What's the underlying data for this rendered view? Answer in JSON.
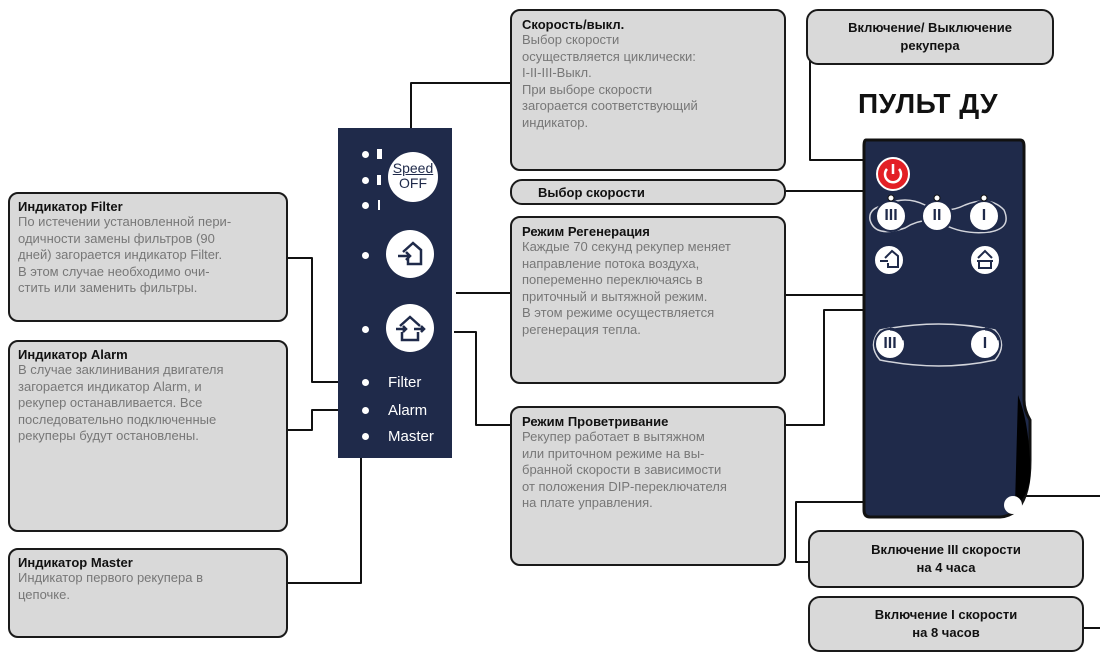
{
  "boxes": {
    "speed": {
      "title": "Скорость/выкл.",
      "desc": "Выбор скорости\nосуществляется циклически:\nI-II-III-Выкл.\nПри выборе скорости\nзагорается соответствующий\nиндикатор."
    },
    "filter": {
      "title": "Индикатор Filter",
      "desc": "По истечении установленной пери-\nодичности замены фильтров (90\nдней) загорается индикатор Filter.\nВ этом случае необходимо очи-\nстить или заменить фильтры."
    },
    "alarm": {
      "title": "Индикатор Alarm",
      "desc": "В случае заклинивания двигателя\nзагорается индикатор Alarm, и\nрекупер останавливается. Все\nпоследовательно подключенные\nрекуперы будут остановлены."
    },
    "master": {
      "title": "Индикатор Master",
      "desc": "Индикатор первого рекупера в\nцепочке."
    },
    "regen": {
      "title": "Режим Регенерация",
      "desc": "Каждые 70 секунд рекупер меняет\nнаправление потока воздуха,\nпопеременно переключаясь в\nприточный и вытяжной режим.\nВ этом режиме осуществляется\nрегенерация тепла."
    },
    "vent": {
      "title": "Режим Проветривание",
      "desc": "Рекупер работает в вытяжном\nили приточном режиме на вы-\nбранной скорости в зависимости\nот положения DIP-переключателя\nна плате управления."
    }
  },
  "pills": {
    "power": "Включение/ Выключение\nрекупера",
    "speed_select": "Выбор скорости",
    "speed3": "Включение III скорости\nна 4 часа",
    "speed1": "Включение I скорости\nна 8 часов"
  },
  "panel": {
    "speed_btn_top": "Speed",
    "speed_btn_bottom": "OFF",
    "indicators": [
      "Filter",
      "Alarm",
      "Master"
    ]
  },
  "remote": {
    "title": "ПУЛЬТ ДУ",
    "speed_buttons": [
      "III",
      "II",
      "I"
    ],
    "timer_buttons": [
      "III",
      "I"
    ]
  },
  "colors": {
    "panel": "#1f2a4a",
    "power": "#e32025",
    "box": "#d9d9d9"
  }
}
